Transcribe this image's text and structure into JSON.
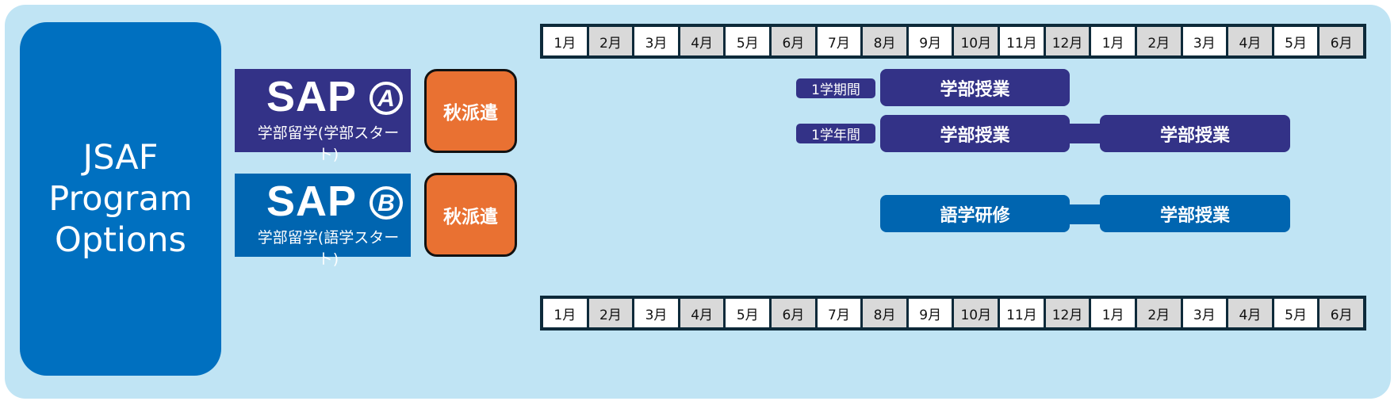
{
  "title": "JSAF\nProgram\nOptions",
  "programs": [
    {
      "name": "SAP",
      "mark": "A",
      "subtitle": "学部留学(学部スタート)",
      "dispatch": "秋派遣",
      "color": "#333287"
    },
    {
      "name": "SAP",
      "mark": "B",
      "subtitle": "学部留学(語学スタート)",
      "dispatch": "秋派遣",
      "color": "#0065b0"
    }
  ],
  "months": [
    "1月",
    "2月",
    "3月",
    "4月",
    "5月",
    "6月",
    "7月",
    "8月",
    "9月",
    "10月",
    "11月",
    "12月",
    "1月",
    "2月",
    "3月",
    "4月",
    "5月",
    "6月"
  ],
  "schedule": {
    "row1": {
      "label": "1学期間",
      "blocks": [
        "学部授業"
      ]
    },
    "row2": {
      "label": "1学年間",
      "blocks": [
        "学部授業",
        "学部授業"
      ]
    },
    "row3": {
      "blocks": [
        "語学研修",
        "学部授業"
      ]
    }
  },
  "colors": {
    "navy": "#333287",
    "blue": "#0065b0",
    "orange": "#e97132",
    "panel": "#c0e4f4",
    "title_bg": "#0070c0"
  }
}
